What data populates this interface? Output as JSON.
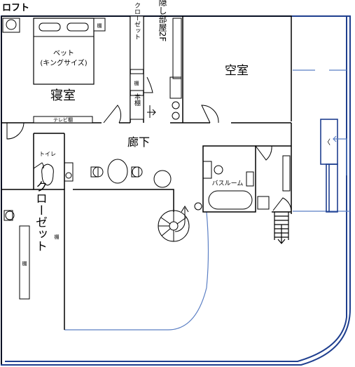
{
  "title": "ロフト",
  "rooms": {
    "bed": "ベット",
    "bed_size": "(キングサイズ)",
    "bedroom": "寝室",
    "vacant_room": "空室",
    "corridor": "廊下",
    "toilet": "トイレ",
    "bathroom": "バスルーム",
    "closet_top": "クローゼット",
    "closet_main": "クローゼット",
    "hidden_room": "隠し部屋2F"
  },
  "labels": {
    "shelf": "棚",
    "bookshelf": "本棚",
    "tv_shelf": "テレビ棚"
  },
  "colors": {
    "wall": "#000000",
    "exterior_wall": "#1f3f8f",
    "thin_blue": "#5b7fc4"
  }
}
